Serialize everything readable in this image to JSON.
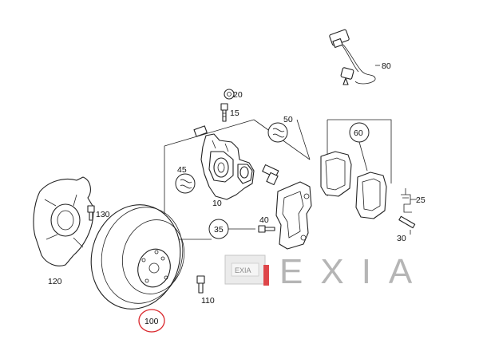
{
  "parts": [
    {
      "number": "10"
    },
    {
      "number": "15"
    },
    {
      "number": "20"
    },
    {
      "number": "25"
    },
    {
      "number": "30"
    },
    {
      "number": "35"
    },
    {
      "number": "40"
    },
    {
      "number": "45"
    },
    {
      "number": "50"
    },
    {
      "number": "60"
    },
    {
      "number": "80"
    },
    {
      "number": "100",
      "highlighted": true
    },
    {
      "number": "110"
    },
    {
      "number": "120"
    },
    {
      "number": "130"
    }
  ],
  "highlight_color": "#d9262b",
  "watermark": {
    "text": "EXIA",
    "color": "#a9a9a9",
    "accent_color": "#d9262b"
  }
}
